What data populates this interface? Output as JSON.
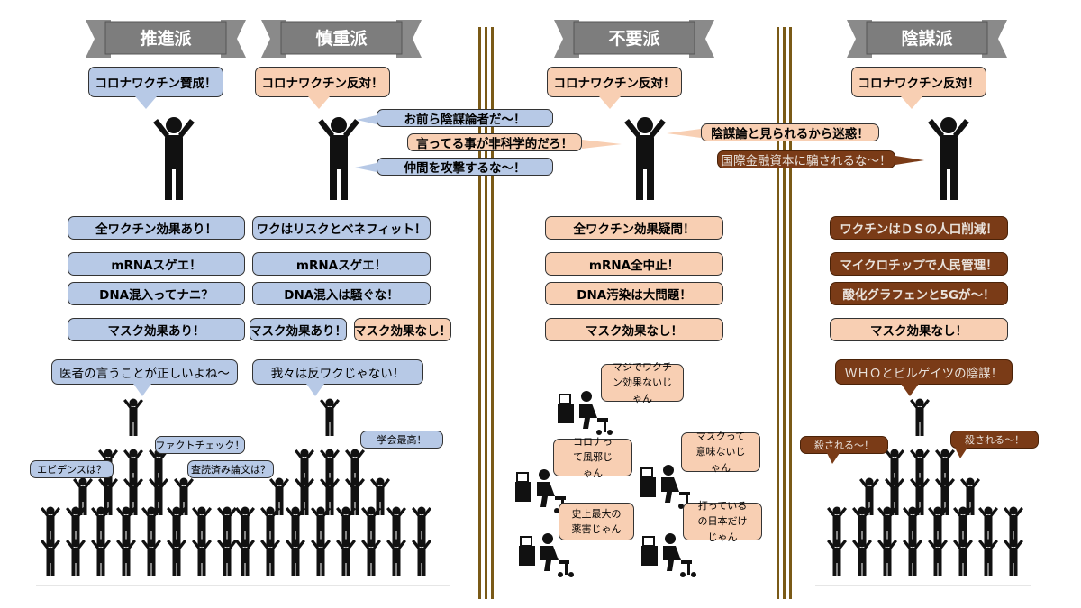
{
  "factions": {
    "pro": {
      "title": "推進派",
      "speech": "コロナワクチン賛成！",
      "claims": [
        "全ワクチン効果あり！",
        "mRNAスゲエ！",
        "DNA混入ってナニ？",
        "マスク効果あり！"
      ],
      "leader_quote": "医者の言うことが正しいよね〜",
      "crowd_quotes": [
        "ファクトチェック！",
        "エビデンスは？",
        "査読済み論文は？"
      ]
    },
    "cautious": {
      "title": "慎重派",
      "speech": "コロナワクチン反対！",
      "shouts": [
        "お前ら陰謀論者だ〜！",
        "言ってる事が非科学的だろ！",
        "仲間を攻撃するな〜！"
      ],
      "claims": [
        "ワクはリスクとベネフィット！",
        "mRNAスゲエ！",
        "DNA混入は騒ぐな！"
      ],
      "mask_yes": "マスク効果あり！",
      "mask_no": "マスク効果なし！",
      "leader_quote": "我々は反ワクじゃない！",
      "crowd_quote": "学会最高！"
    },
    "unnecessary": {
      "title": "不要派",
      "speech": "コロナワクチン反対！",
      "shout": "陰謀論と見られるから迷惑！",
      "claims": [
        "全ワクチン効果疑問！",
        "mRNA全中止！",
        "DNA汚染は大問題！",
        "マスク効果なし！"
      ],
      "desk_quotes": [
        "マジでワクチン効果ないじゃん",
        "コロナって風邪じゃん",
        "マスクって意味ないじゃん",
        "史上最大の薬害じゃん",
        "打っているの日本だけじゃん"
      ]
    },
    "conspiracy": {
      "title": "陰謀派",
      "speech": "コロナワクチン反対！",
      "shout": "国際金融資本に騙されるな〜！",
      "claims": [
        "ワクチンはＤＳの人口削減！",
        "マイクロチップで人民管理！",
        "酸化グラフェンと5Gが〜！",
        "マスク効果なし！"
      ],
      "leader_quote": "ＷＨＯとビルゲイツの陰謀！",
      "crowd_quotes": [
        "殺される〜！",
        "殺される〜！"
      ]
    }
  },
  "colors": {
    "banner": "#7d7d7d",
    "blue": "#b7c9e6",
    "peach": "#f8cfb3",
    "brown": "#7a3b17",
    "divider": "#7a5a17"
  }
}
